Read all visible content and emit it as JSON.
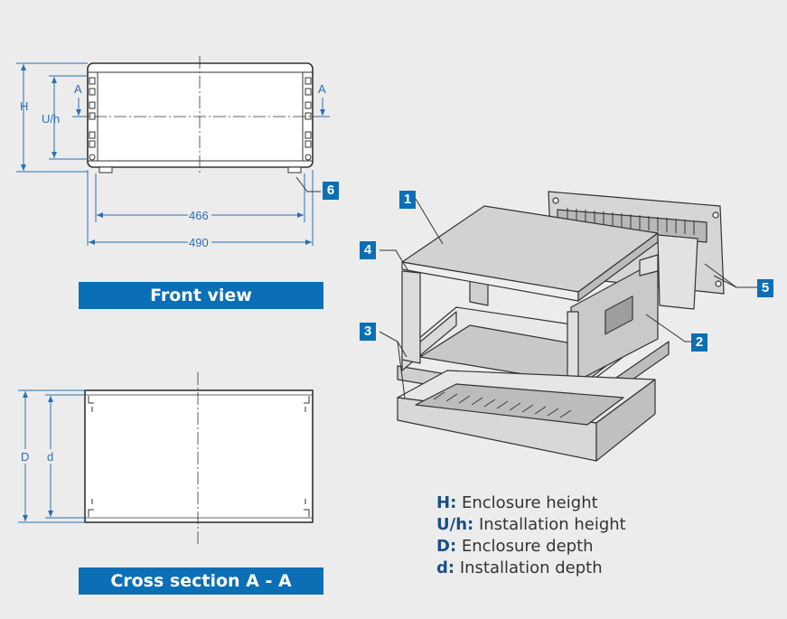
{
  "front_view": {
    "title": "Front view",
    "dimensions": {
      "height": "H",
      "installation_height": "U/h",
      "inner_width": "466",
      "outer_width": "490"
    },
    "section_marks": {
      "left": "A",
      "right": "A"
    }
  },
  "cross_section": {
    "title": "Cross section A - A",
    "dimensions": {
      "depth": "D",
      "installation_depth": "d"
    }
  },
  "callouts": [
    "1",
    "2",
    "3",
    "4",
    "5",
    "6"
  ],
  "legend": [
    {
      "key": "H:",
      "text": "Enclosure height"
    },
    {
      "key": "U/h:",
      "text": "Installation height"
    },
    {
      "key": "D:",
      "text": "Enclosure depth"
    },
    {
      "key": "d:",
      "text": "Installation depth"
    }
  ],
  "colors": {
    "accent": "#0a6fb5",
    "dimension": "#2a6fb5",
    "background": "#ececec"
  }
}
